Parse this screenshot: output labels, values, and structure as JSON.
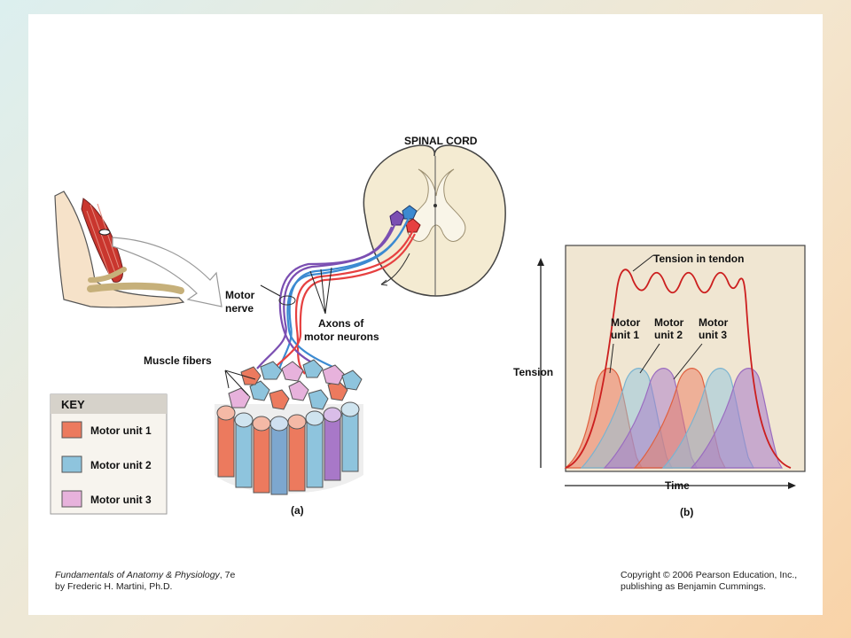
{
  "labels": {
    "spinal_cord": "SPINAL CORD",
    "motor_nerve_line1": "Motor",
    "motor_nerve_line2": "nerve",
    "axons_line1": "Axons of",
    "axons_line2": "motor neurons",
    "muscle_fibers": "Muscle fibers",
    "panel_a": "(a)",
    "panel_b": "(b)"
  },
  "key": {
    "title": "KEY",
    "items": [
      {
        "label": "Motor unit 1",
        "color": "#ec7a5e"
      },
      {
        "label": "Motor unit 2",
        "color": "#8ec4dd"
      },
      {
        "label": "Motor unit 3",
        "color": "#e7b2dc"
      }
    ]
  },
  "graph": {
    "y_label": "Tension",
    "x_label": "Time",
    "tendon_label": "Tension in tendon",
    "unit_labels": [
      {
        "line1": "Motor",
        "line2": "unit 1"
      },
      {
        "line1": "Motor",
        "line2": "unit 2"
      },
      {
        "line1": "Motor",
        "line2": "unit 3"
      }
    ],
    "background": "#f0e6d2",
    "tendon_color": "#cc1f1f"
  },
  "footer": {
    "book_title": "Fundamentals of Anatomy & Physiology",
    "edition": ", 7e",
    "author": "by Frederic H. Martini, Ph.D.",
    "copyright_line1": "Copyright © 2006 Pearson Education, Inc.,",
    "copyright_line2": "publishing as Benjamin Cummings."
  }
}
